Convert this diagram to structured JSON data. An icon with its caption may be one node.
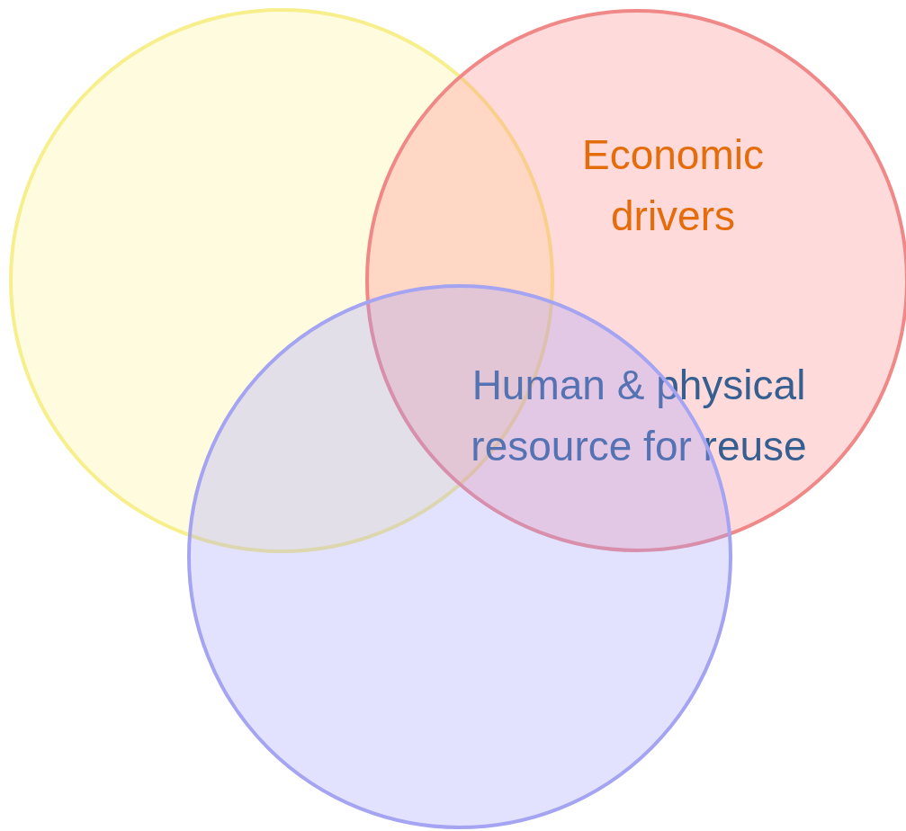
{
  "diagram": {
    "nodes": [
      {
        "text": [],
        "shape": "circle"
      },
      {
        "text": [
          "Economic drivers",
          "Human & physical resource for reuse"
        ]
      },
      {
        "text": [],
        "shape": "circle"
      }
    ]
  }
}
